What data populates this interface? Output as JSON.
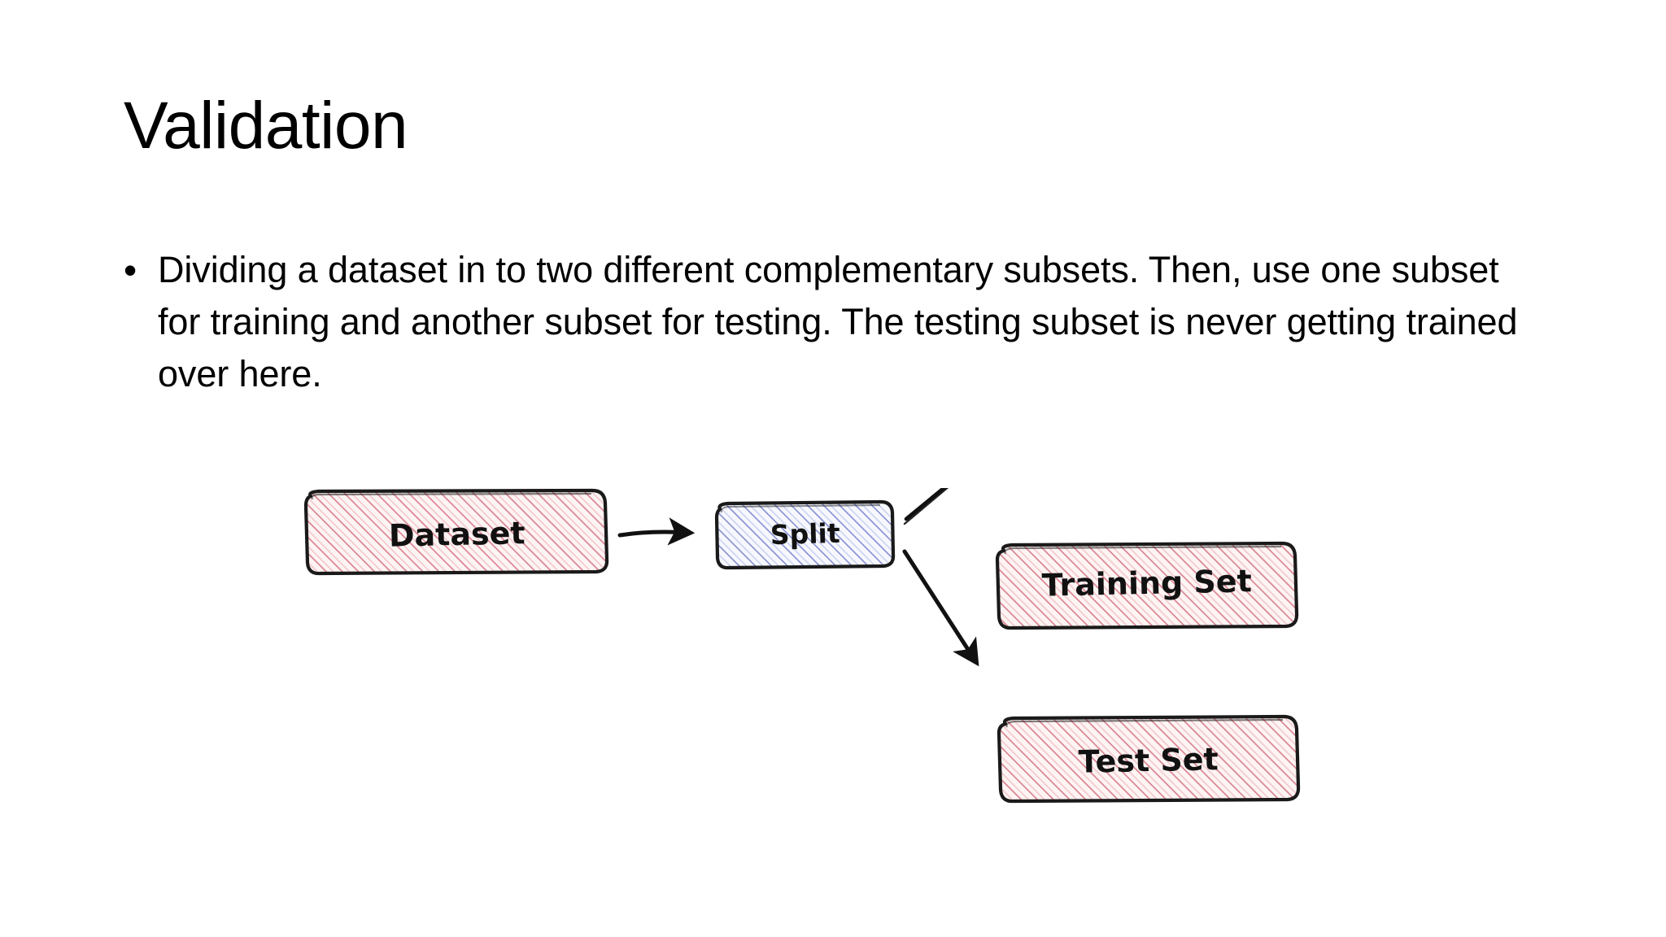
{
  "slide": {
    "title": "Validation",
    "bullet_marker": "•",
    "body_text": "Dividing a dataset in to two different complementary subsets. Then, use one subset for training and another subset for testing. The testing subset is never getting trained over here.",
    "background_color": "#ffffff",
    "text_color": "#000000"
  },
  "diagram": {
    "type": "flowchart",
    "style": "hand-drawn-sketch",
    "nodes": [
      {
        "id": "dataset",
        "label": "Dataset",
        "hatch_color": "#d06070",
        "fill_color": "#fdf3f2",
        "outline_color": "#1a1a1a"
      },
      {
        "id": "split",
        "label": "Split",
        "hatch_color": "#5a62b8",
        "fill_color": "#f4f6fd",
        "outline_color": "#1a1a1a"
      },
      {
        "id": "training-set",
        "label": "Training Set",
        "hatch_color": "#d06070",
        "fill_color": "#fdf3f2",
        "outline_color": "#1a1a1a"
      },
      {
        "id": "test-set",
        "label": "Test Set",
        "hatch_color": "#d06070",
        "fill_color": "#fdf3f2",
        "outline_color": "#1a1a1a"
      }
    ],
    "edges": [
      {
        "from": "dataset",
        "to": "split",
        "label": ""
      },
      {
        "from": "split",
        "to": "training-set",
        "label": ""
      },
      {
        "from": "split",
        "to": "test-set",
        "label": ""
      }
    ],
    "arrow_color": "#111111"
  }
}
